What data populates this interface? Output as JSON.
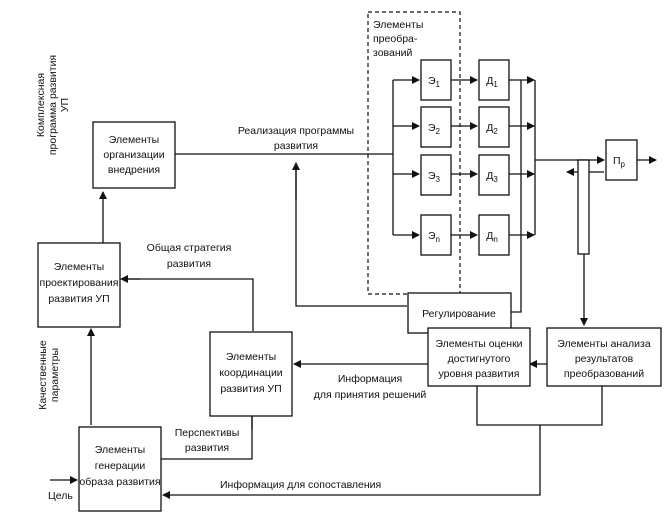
{
  "diagram": {
    "boxes": {
      "organization": [
        "Элементы",
        "организации",
        "внедрения"
      ],
      "design": [
        "Элементы",
        "проектирования",
        "развития УП"
      ],
      "coordination": [
        "Элементы",
        "координации",
        "развития УП"
      ],
      "generation": [
        "Элементы",
        "генерации",
        "образа развития"
      ],
      "evaluation": [
        "Элементы оценки",
        "достигнутого",
        "уровня развития"
      ],
      "analysis": [
        "Элементы анализа",
        "результатов",
        "преобразований"
      ],
      "regulation": "Регулирование",
      "transform_group": [
        "Элементы",
        "преобра-",
        "зований"
      ],
      "e_blocks": [
        {
          "base": "Э",
          "sub": "1"
        },
        {
          "base": "Э",
          "sub": "2"
        },
        {
          "base": "Э",
          "sub": "3"
        },
        {
          "base": "Э",
          "sub": "n"
        }
      ],
      "d_blocks": [
        {
          "base": "Д",
          "sub": "1"
        },
        {
          "base": "Д",
          "sub": "2"
        },
        {
          "base": "Д",
          "sub": "3"
        },
        {
          "base": "Д",
          "sub": "n"
        }
      ],
      "product": {
        "base": "П",
        "sub": "р"
      }
    },
    "labels": {
      "realization": [
        "Реализация программы",
        "развития"
      ],
      "strategy": [
        "Общая стратегия",
        "развития"
      ],
      "perspectives": [
        "Перспективы",
        "развития"
      ],
      "decision_info": [
        "Информация",
        "для принятия решений"
      ],
      "comparison_info": "Информация для сопоставления",
      "goal": "Цель",
      "complex_program": [
        "Комплексная",
        "программа развития",
        "УП"
      ],
      "quality_params": [
        "Качественные",
        "параметры"
      ]
    }
  }
}
